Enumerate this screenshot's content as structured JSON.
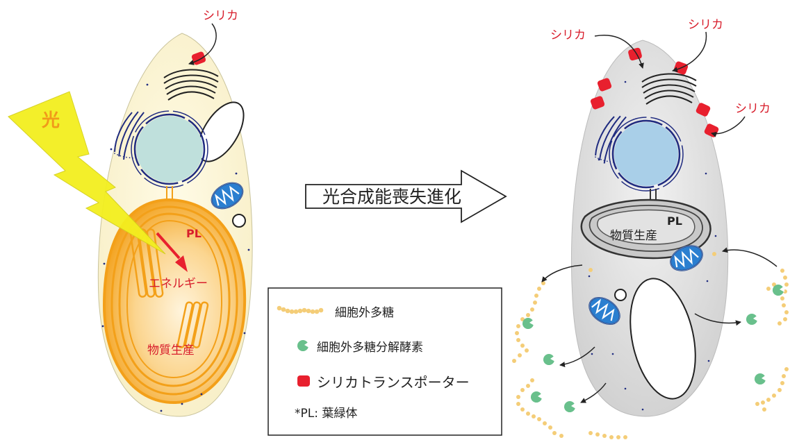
{
  "left_cell": {
    "silica_label": "シリカ",
    "light_label": "光",
    "plastid_label": "PL",
    "energy_label": "エネルギー",
    "production_label": "物質生産"
  },
  "transition_arrow": {
    "label": "光合成能喪失進化"
  },
  "right_cell": {
    "silica_labels": [
      "シリカ",
      "シリカ",
      "シリカ"
    ],
    "plastid_label": "PL",
    "production_label": "物質生産"
  },
  "legend": {
    "items": [
      {
        "label": "細胞外多糖",
        "icon": "polysaccharide-chain-icon"
      },
      {
        "label": "細胞外多糖分解酵素",
        "icon": "enzyme-icon"
      },
      {
        "label": "シリカトランスポーター",
        "icon": "silica-transporter-icon"
      }
    ],
    "footnote": "*PL: 葉緑体"
  },
  "colors": {
    "silica_red": "#e8202e",
    "text_red": "#d81e2c",
    "cell_left": "#fdf6d8",
    "cell_right": "#dedede",
    "nucleus": "#bfe0dc",
    "nucleus_right": "#a9cfe8",
    "plastid_orange": "#f3a019",
    "light_yellow": "#f3ef1f",
    "mito_blue": "#2b7fd0",
    "enzyme_green": "#69c08c",
    "polysaccharide": "#f4cd78",
    "envelope_navy": "#1f2b80"
  }
}
